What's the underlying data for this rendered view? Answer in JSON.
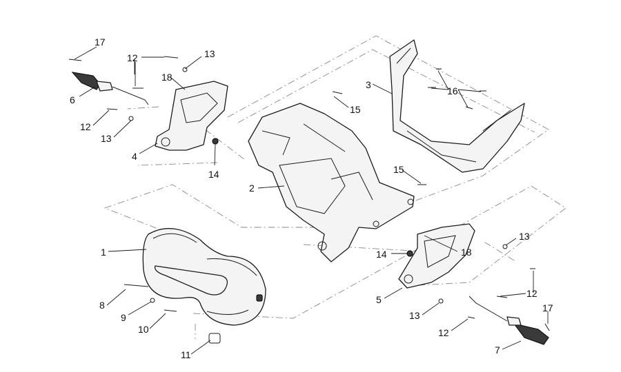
{
  "callouts": [
    {
      "id": "c17a",
      "number": "17"
    },
    {
      "id": "c12a",
      "number": "12"
    },
    {
      "id": "c13a",
      "number": "13"
    },
    {
      "id": "c18a",
      "number": "18"
    },
    {
      "id": "c6",
      "number": "6"
    },
    {
      "id": "c12b",
      "number": "12"
    },
    {
      "id": "c13b",
      "number": "13"
    },
    {
      "id": "c4",
      "number": "4"
    },
    {
      "id": "c14a",
      "number": "14"
    },
    {
      "id": "c15a",
      "number": "15"
    },
    {
      "id": "c3",
      "number": "3"
    },
    {
      "id": "c16",
      "number": "16"
    },
    {
      "id": "c2",
      "number": "2"
    },
    {
      "id": "c15b",
      "number": "15"
    },
    {
      "id": "c1",
      "number": "1"
    },
    {
      "id": "c13c",
      "number": "13"
    },
    {
      "id": "c14b",
      "number": "14"
    },
    {
      "id": "c18b",
      "number": "18"
    },
    {
      "id": "c12c",
      "number": "12"
    },
    {
      "id": "c8",
      "number": "8"
    },
    {
      "id": "c5",
      "number": "5"
    },
    {
      "id": "c9",
      "number": "9"
    },
    {
      "id": "c13d",
      "number": "13"
    },
    {
      "id": "c10",
      "number": "10"
    },
    {
      "id": "c17b",
      "number": "17"
    },
    {
      "id": "c12d",
      "number": "12"
    },
    {
      "id": "c11",
      "number": "11"
    },
    {
      "id": "c7",
      "number": "7"
    }
  ]
}
